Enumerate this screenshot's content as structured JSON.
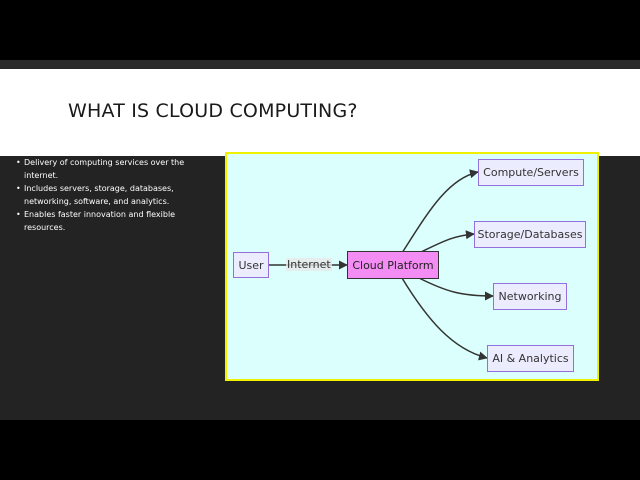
{
  "slide": {
    "title": "WHAT IS CLOUD COMPUTING?",
    "bullets": [
      "Delivery of computing services over the internet.",
      "Includes servers, storage, databases, networking, software, and analytics.",
      "Enables faster innovation and flexible resources."
    ],
    "bullet_symbol": "•"
  },
  "diagram": {
    "nodes": {
      "user": "User",
      "platform": "Cloud Platform",
      "compute": "Compute/Servers",
      "storage": "Storage/Databases",
      "networking": "Networking",
      "ai": "AI & Analytics"
    },
    "edge_label": "Internet",
    "colors": {
      "background": "#dbfffc",
      "border": "#eef200",
      "node_fill": "#ececff",
      "node_stroke": "#9370db",
      "center_fill": "#f38cf3"
    }
  }
}
